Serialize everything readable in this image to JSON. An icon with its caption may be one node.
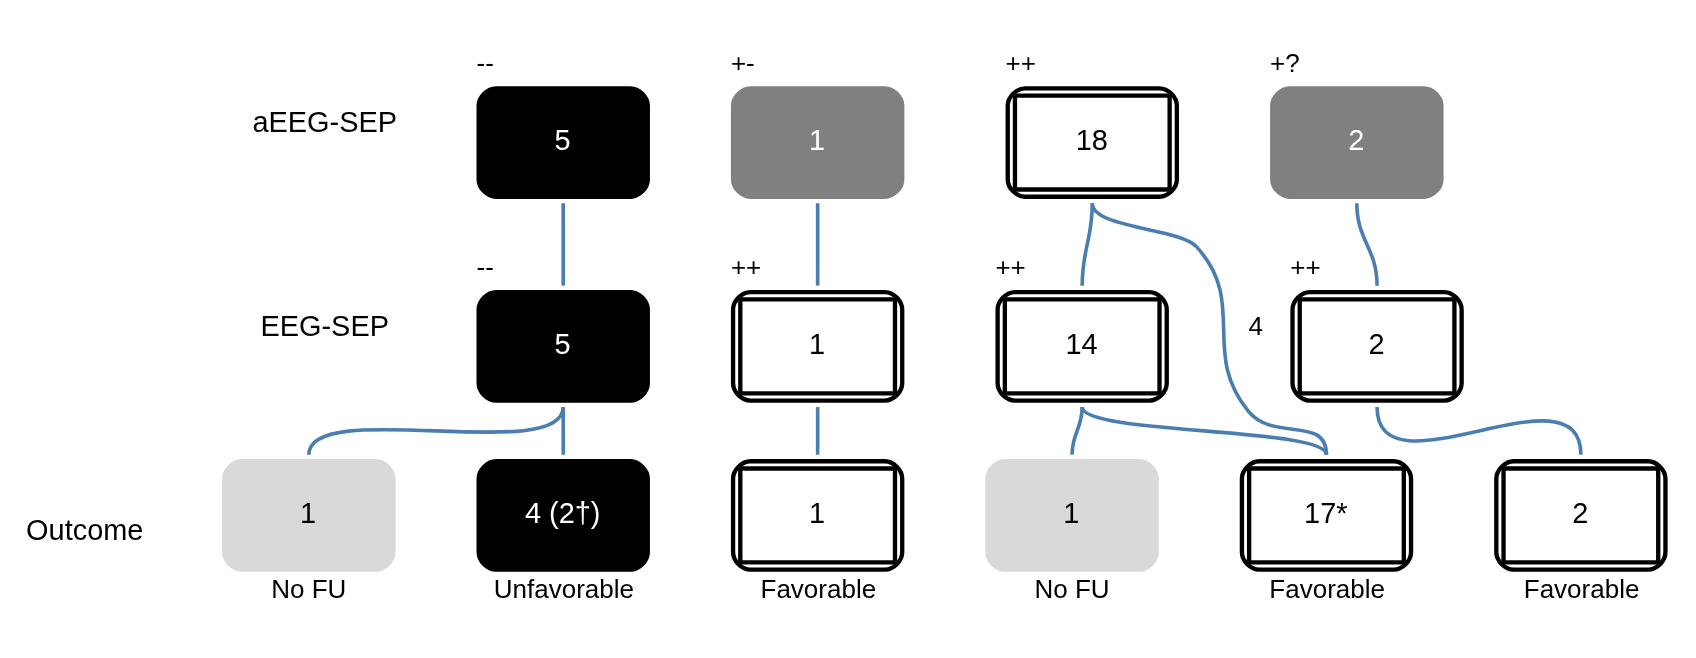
{
  "diagram": {
    "nodes": [
      {
        "text": [
          "5"
        ],
        "beside": [
          "--"
        ]
      },
      {
        "text": [
          "5"
        ],
        "beside": [
          "--"
        ]
      },
      {
        "text": [
          "1"
        ],
        "beside": [
          "No FU"
        ]
      },
      {
        "text": [
          "4 (2†)"
        ],
        "beside": [
          "Unfavorable"
        ]
      },
      {
        "text": [
          "1"
        ],
        "beside": [
          "+-"
        ]
      },
      {
        "text": [
          "1"
        ],
        "beside": [
          "++"
        ]
      },
      {
        "text": [
          "1"
        ],
        "beside": [
          "Favorable"
        ]
      },
      {
        "text": [
          "18"
        ],
        "beside": [
          "++"
        ]
      },
      {
        "text": [
          "14"
        ],
        "beside": [
          "++"
        ]
      },
      {
        "text": [
          "1"
        ],
        "beside": [
          "No FU"
        ]
      },
      {
        "text": [
          "17*"
        ],
        "beside": [
          "Favorable"
        ]
      },
      {
        "text": [
          "2"
        ],
        "beside": [
          "+?"
        ]
      },
      {
        "text": [
          "2"
        ],
        "beside": [
          "++"
        ]
      },
      {
        "text": [
          "2"
        ],
        "beside": [
          "Favorable"
        ]
      }
    ],
    "edges": [
      {
        "from": 0,
        "to": 1,
        "arrow": "none"
      },
      {
        "from": 1,
        "to": 2,
        "arrow": "none"
      },
      {
        "from": 1,
        "to": 3,
        "arrow": "none"
      },
      {
        "from": 4,
        "to": 5,
        "arrow": "none"
      },
      {
        "from": 5,
        "to": 6,
        "arrow": "none"
      },
      {
        "from": 7,
        "to": 8,
        "arrow": "none"
      },
      {
        "from": 8,
        "to": 9,
        "arrow": "none"
      },
      {
        "from": 8,
        "to": 10,
        "arrow": "none"
      },
      {
        "from": 7,
        "to": 10,
        "arrow": "none",
        "label": "4"
      },
      {
        "from": 11,
        "to": 12,
        "arrow": "none"
      },
      {
        "from": 12,
        "to": 13,
        "arrow": "none"
      }
    ],
    "labels": [
      "aEEG-SEP",
      "EEG-SEP",
      "Outcome"
    ]
  }
}
